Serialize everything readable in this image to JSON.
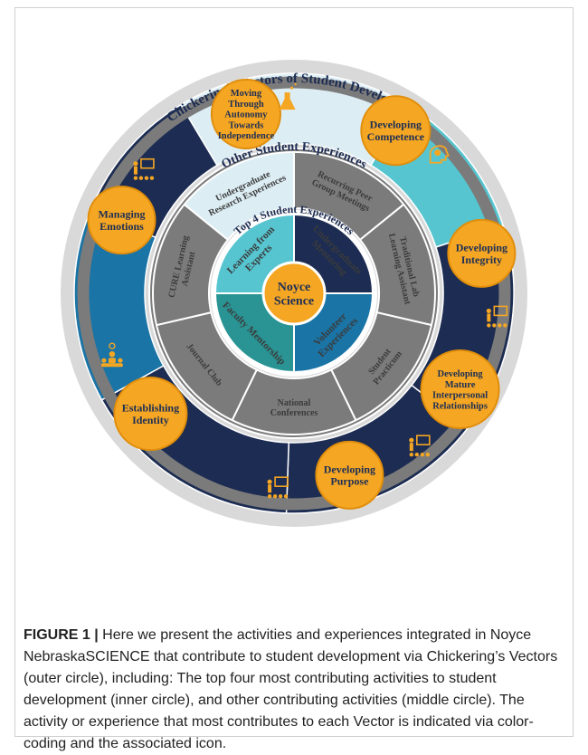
{
  "diagram": {
    "outer_title": "Chickering’s Vectors of Student Development",
    "middle_title": "Other Student Experiences",
    "inner_title": "Top 4 Student Experiences",
    "center_label": [
      "Noyce",
      "Science"
    ],
    "vectors": [
      {
        "lines": [
          "Moving",
          "Through",
          "Autonomy",
          "Towards",
          "Independence"
        ],
        "icon": "flask-icon",
        "color": "#dcedf4"
      },
      {
        "lines": [
          "Developing",
          "Competence"
        ],
        "icon": "brain-head-icon",
        "color": "#56c5d0"
      },
      {
        "lines": [
          "Developing",
          "Integrity"
        ],
        "icon": "presenter-icon",
        "color": "#1c2c52"
      },
      {
        "lines": [
          "Developing",
          "Mature",
          "Interpersonal",
          "Relationships"
        ],
        "icon": "presenter-icon",
        "color": "#1c2c52"
      },
      {
        "lines": [
          "Developing",
          "Purpose"
        ],
        "icon": "presenter-icon",
        "color": "#1c2c52"
      },
      {
        "lines": [
          "Establishing",
          "Identity"
        ],
        "icon": "team-icon",
        "color": "#1a74a6"
      },
      {
        "lines": [
          "Managing",
          "Emotions"
        ],
        "icon": "presenter-icon",
        "color": "#1c2c52"
      }
    ],
    "other_experiences": [
      {
        "lines": [
          "Recurring Peer",
          "Group Meetings"
        ]
      },
      {
        "lines": [
          "Traditional Lab",
          "Learning Assistant"
        ]
      },
      {
        "lines": [
          "Student",
          "Practicum"
        ]
      },
      {
        "lines": [
          "National",
          "Conferences"
        ]
      },
      {
        "lines": [
          "Journal Club"
        ]
      },
      {
        "lines": [
          "CURE Learning",
          "Assistant"
        ]
      },
      {
        "lines": [
          "Undergraduate",
          "Research Experiences"
        ]
      }
    ],
    "top_experiences": [
      {
        "lines": [
          "Undergraduate",
          "Mentoring"
        ],
        "color": "#1c2c52",
        "text_color": "#ffffff"
      },
      {
        "lines": [
          "Volunteer",
          "Experiences"
        ],
        "color": "#1a74a6",
        "text_color": "#ffffff"
      },
      {
        "lines": [
          "Faculty Mentorship"
        ],
        "color": "#2a9494",
        "text_color": "#1d2f55"
      },
      {
        "lines": [
          "Learning from",
          "Experts"
        ],
        "color": "#56c5d0",
        "text_color": "#1d2f55"
      }
    ],
    "colors": {
      "gold": "#f5a623",
      "gold_border": "#e08e0b",
      "gray": "#7b7b7b",
      "navy": "#1c2c52"
    }
  },
  "caption": {
    "label": "FIGURE 1 |",
    "text": " Here we present the activities and experiences integrated in Noyce NebraskaSCIENCE that contribute to student development via Chickering’s Vectors (outer circle), including: The top four most contributing activities to student development (inner circle), and other contributing activities (middle circle). The activity or experience that most contributes to each Vector is indicated via color-coding and the associated icon."
  }
}
